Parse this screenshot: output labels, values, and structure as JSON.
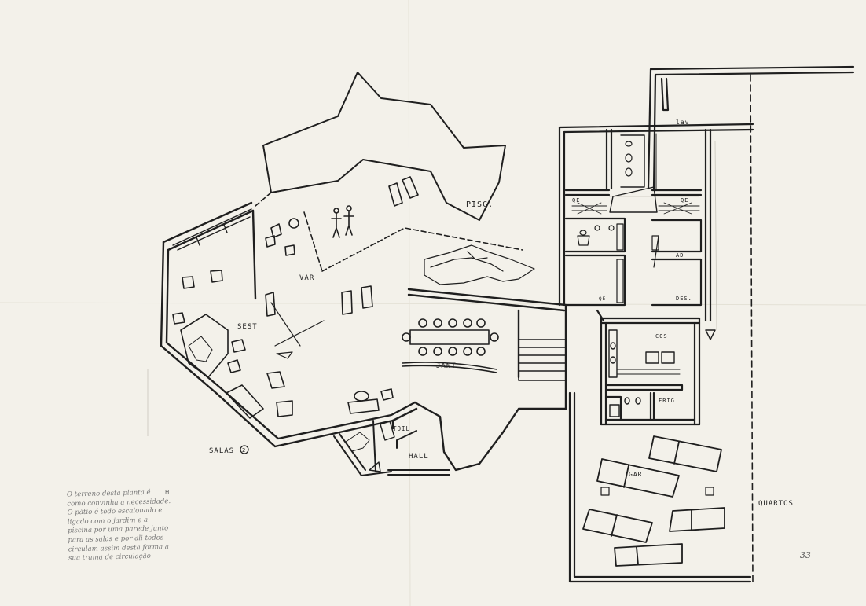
{
  "labels": {
    "pisc": "PISC.",
    "var": "VAR",
    "sest": "SEST",
    "jant": "JANT",
    "hall": "HALL",
    "toil": "TOIL",
    "salas": "SALAS",
    "salas_num": "2",
    "cos": "COS",
    "frig": "FRIG",
    "gar": "GAR",
    "quartos": "QUARTOS",
    "lav": "lav",
    "ad": "AD",
    "des": "DES.",
    "qe_left": "QE",
    "qe_right": "QE",
    "qe_small": "QE",
    "sheet_number": "33",
    "corner_mark": "H"
  },
  "note": {
    "lines": [
      "O terreno desta planta é",
      "como convinha a necessidade.",
      "O pátio é todo escalonado e",
      "ligado com o jardim e a",
      "piscina por uma parede junto",
      "para as salas e por ali todos",
      "circulam assim desta forma a",
      "sua trama de circulação"
    ]
  },
  "colors": {
    "ink": "#1f1f1f",
    "paper": "#f3f1ea",
    "pencil": "#888888"
  }
}
